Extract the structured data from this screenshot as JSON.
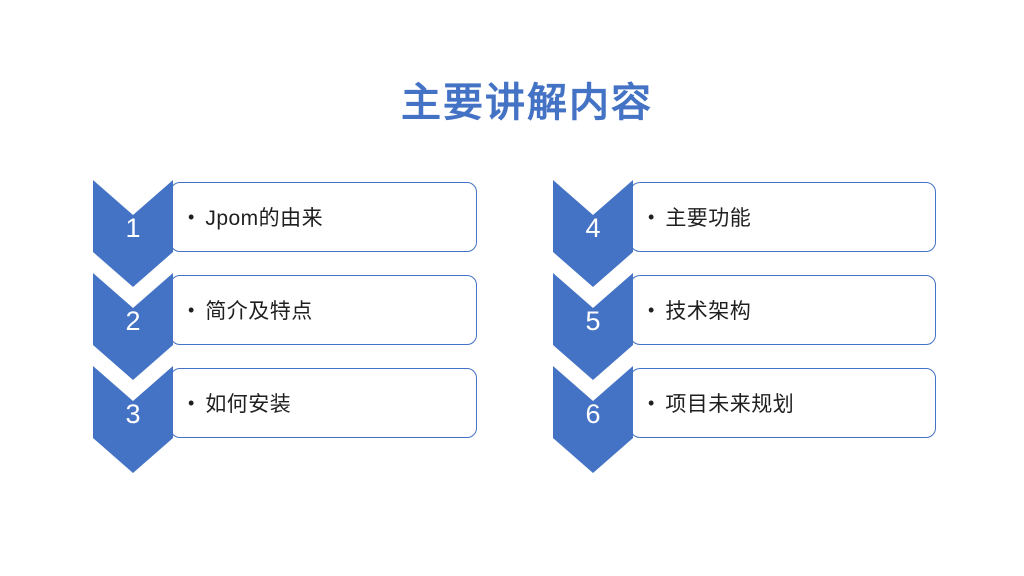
{
  "slide": {
    "title": "主要讲解内容",
    "bullet_char": "•",
    "colors": {
      "accent": "#4472C4",
      "text": "#1f1f1f",
      "number_text": "#ffffff",
      "background": "#ffffff"
    },
    "columns": [
      {
        "items": [
          {
            "number": "1",
            "label": "Jpom的由来"
          },
          {
            "number": "2",
            "label": "简介及特点"
          },
          {
            "number": "3",
            "label": "如何安装"
          }
        ]
      },
      {
        "items": [
          {
            "number": "4",
            "label": "主要功能"
          },
          {
            "number": "5",
            "label": "技术架构"
          },
          {
            "number": "6",
            "label": "项目未来规划"
          }
        ]
      }
    ]
  }
}
